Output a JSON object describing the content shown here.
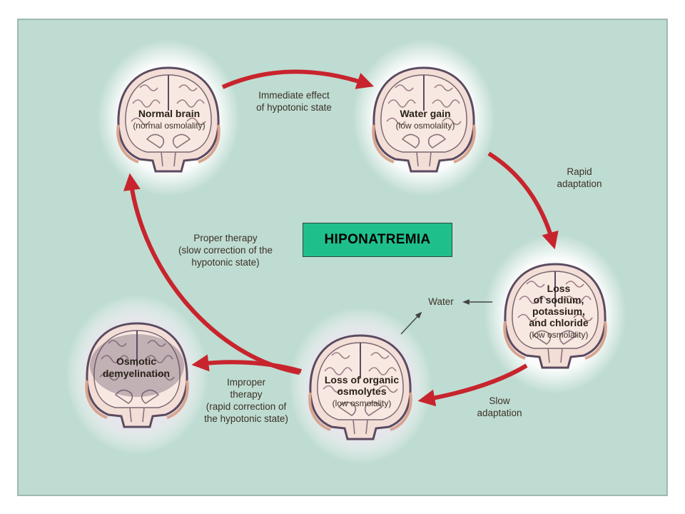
{
  "title": "HIPONATREMIA",
  "colors": {
    "panel": "#bfdcd2",
    "arrow": "#c8242d",
    "title_box": "#1fbf8c",
    "brain_tissue": "#f3ded7",
    "brain_dark": "#5b4a60"
  },
  "nodes": {
    "normal": {
      "title": "Normal brain",
      "subtitle": "(normal osmolality)"
    },
    "water_gain": {
      "title": "Water gain",
      "subtitle": "(low osmolality)"
    },
    "loss_sodium": {
      "title_lines": [
        "Loss",
        "of sodium,",
        "potassium,",
        "and chloride"
      ],
      "subtitle": "(low osmolality)"
    },
    "loss_organic": {
      "title_lines": [
        "Loss of organic",
        "osmolytes"
      ],
      "subtitle": "(low osmolality)"
    },
    "osmotic": {
      "title_lines": [
        "Osmotic",
        "demyelination"
      ]
    }
  },
  "edges": {
    "immediate": {
      "lines": [
        "Immediate effect",
        "of hypotonic state"
      ]
    },
    "rapid": {
      "lines": [
        "Rapid",
        "adaptation"
      ]
    },
    "slow": {
      "lines": [
        "Slow",
        "adaptation"
      ]
    },
    "water": {
      "label": "Water"
    },
    "proper": {
      "lines": [
        "Proper therapy",
        "(slow correction of the",
        "hypotonic state)"
      ]
    },
    "improper": {
      "lines": [
        "Improper",
        "therapy",
        "(rapid correction of",
        "the hypotonic state)"
      ]
    }
  }
}
